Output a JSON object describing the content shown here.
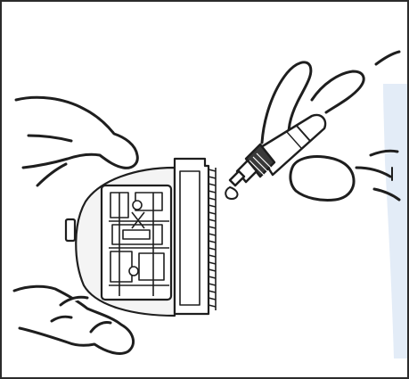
{
  "illustration": {
    "subject": "hair-clipper-blade-oiling",
    "colors": {
      "line": "#1e1e1e",
      "background": "#ffffff",
      "accent_shading": "#e3ecf7",
      "blade_fill": "#f4f4f4",
      "cap_fill": "#3a3a3a",
      "oil_drop": "#ffffff"
    },
    "icons": [
      "hand-holding-blade",
      "blade-assembly",
      "hand-holding-oil-bottle",
      "oil-bottle",
      "oil-drop"
    ]
  }
}
